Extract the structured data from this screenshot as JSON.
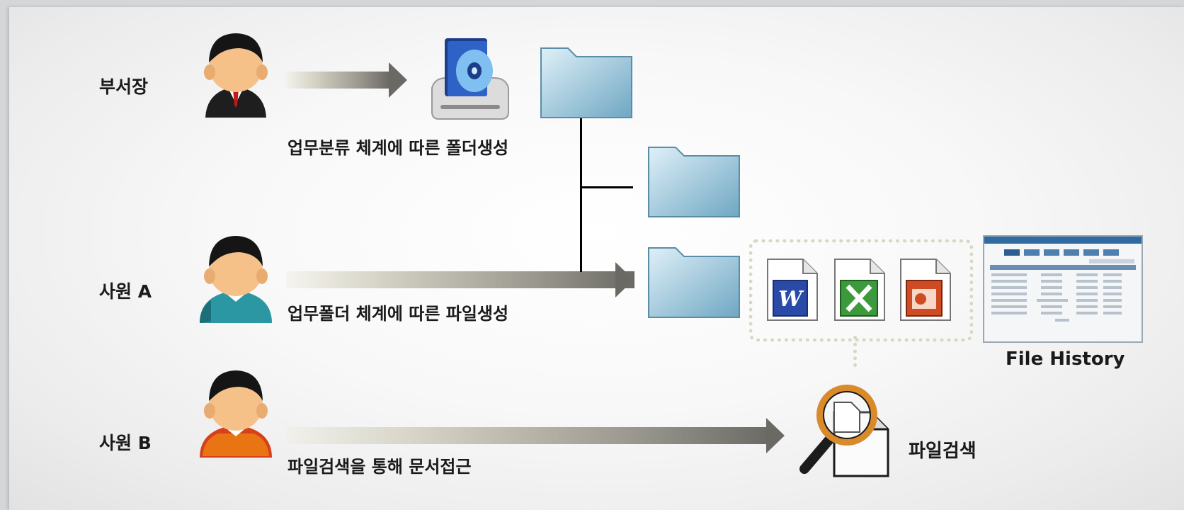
{
  "roles": {
    "manager": "부서장",
    "employee_a": "사원  A",
    "employee_b": "사원   B"
  },
  "captions": {
    "create_folder": "업무분류 체계에 따른 폴더생성",
    "create_file": "업무폴더 체계에 따른 파일생성",
    "search_access": "파일검색을 통해 문서접근"
  },
  "labels": {
    "file_history": "File History",
    "file_search": "파일검색"
  },
  "icons": {
    "manager": "manager-person-icon",
    "employee_a": "employee-person-icon",
    "employee_b": "employee-person-icon",
    "drive": "drive-disc-icon",
    "folder": "folder-icon",
    "word": "word-document-icon",
    "excel": "excel-document-icon",
    "powerpoint": "powerpoint-document-icon",
    "history": "file-history-screenshot",
    "search": "magnifier-search-icon"
  },
  "colors": {
    "shirt_a": "#2a97a2",
    "shirt_b": "#d6401b",
    "suit": "#1e1e1e",
    "folder": "#a9d3e8",
    "arrow": "#6a6964"
  }
}
